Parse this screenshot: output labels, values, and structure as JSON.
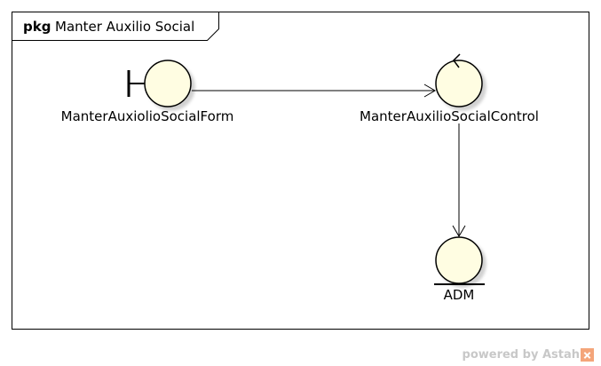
{
  "package": {
    "keyword": "pkg",
    "name": "Manter Auxilio Social"
  },
  "elements": {
    "boundary": {
      "label": "ManterAuxiolioSocialForm",
      "stereotype": "boundary"
    },
    "control": {
      "label": "ManterAuxilioSocialControl",
      "stereotype": "control"
    },
    "entity": {
      "label": "ADM",
      "stereotype": "entity"
    }
  },
  "relations": [
    {
      "from": "ManterAuxiolioSocialForm",
      "to": "ManterAuxilioSocialControl"
    },
    {
      "from": "ManterAuxilioSocialControl",
      "to": "ADM"
    }
  ],
  "footer": {
    "text": "powered by Astah",
    "logo_icon": "astah-logo-icon"
  },
  "colors": {
    "element_fill": "#fffde2",
    "stroke": "#000000",
    "footer_text": "#c8c8c8",
    "logo": "#f4a57a"
  }
}
